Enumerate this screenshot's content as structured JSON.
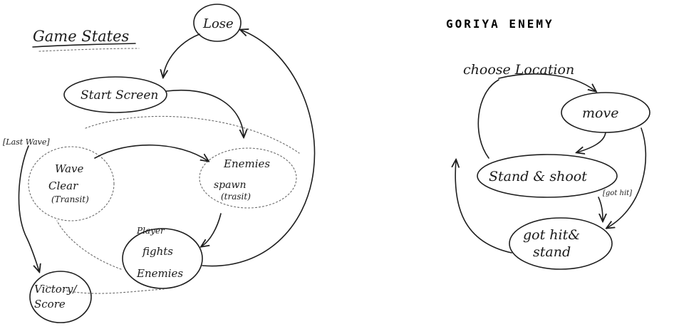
{
  "left_diagram": {
    "title": "Game States",
    "states": {
      "lose": "Lose",
      "start_screen": "Start Screen",
      "enemies_spawn_1": "Enemies",
      "enemies_spawn_2": "spawn",
      "enemies_spawn_3": "(trasit)",
      "wave_clear_1": "Wave",
      "wave_clear_2": "Clear",
      "wave_clear_3": "(Transit)",
      "player_fights_1": "Player",
      "player_fights_2": "fights",
      "player_fights_3": "Enemies",
      "victory_1": "Victory/",
      "victory_2": "Score"
    },
    "conditions": {
      "last_wave": "[Last Wave]"
    }
  },
  "right_diagram": {
    "title": "GORIYA ENEMY",
    "states": {
      "choose_location": "choose Location",
      "move": "move",
      "stand_shoot": "Stand & shoot",
      "got_hit_1": "got hit&",
      "got_hit_2": "stand"
    },
    "conditions": {
      "got_hit": "[got hit]"
    }
  }
}
